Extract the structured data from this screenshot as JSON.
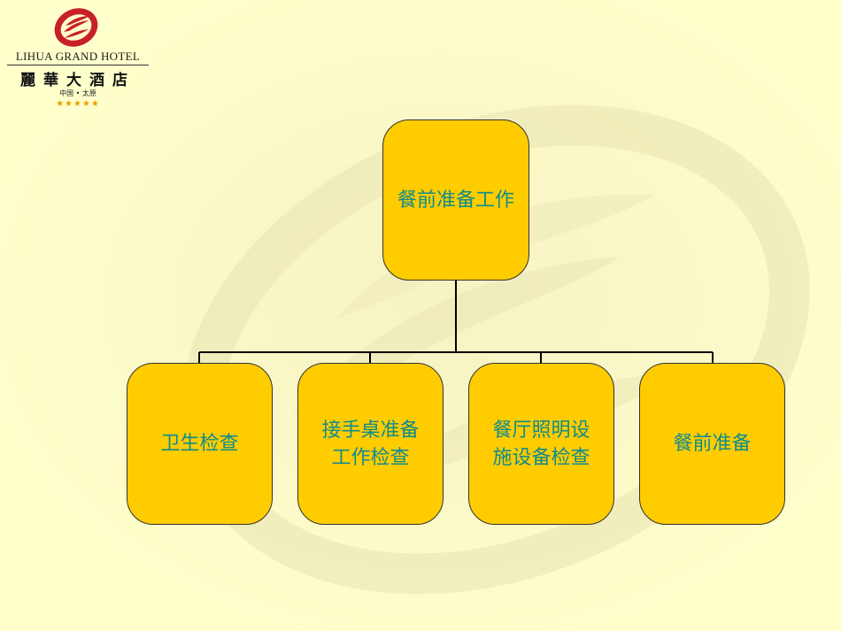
{
  "logo": {
    "name_en": "LIHUA GRAND HOTEL",
    "name_cn": "麗華大酒店",
    "location": "中国 • 太原",
    "stars": "★★★★★"
  },
  "org_chart": {
    "root": {
      "label": "餐前准备工作"
    },
    "children": [
      {
        "label": "卫生检查"
      },
      {
        "label": "接手桌准备\n工作检查"
      },
      {
        "label": "餐厅照明设\n施设备检查"
      },
      {
        "label": "餐前准备"
      }
    ]
  },
  "colors": {
    "background": "#FFFFCC",
    "node_fill": "#FFCC00",
    "node_text": "#0E8C8C",
    "connector": "#000000",
    "logo_red": "#C8202A",
    "star_gold": "#E8A200"
  }
}
